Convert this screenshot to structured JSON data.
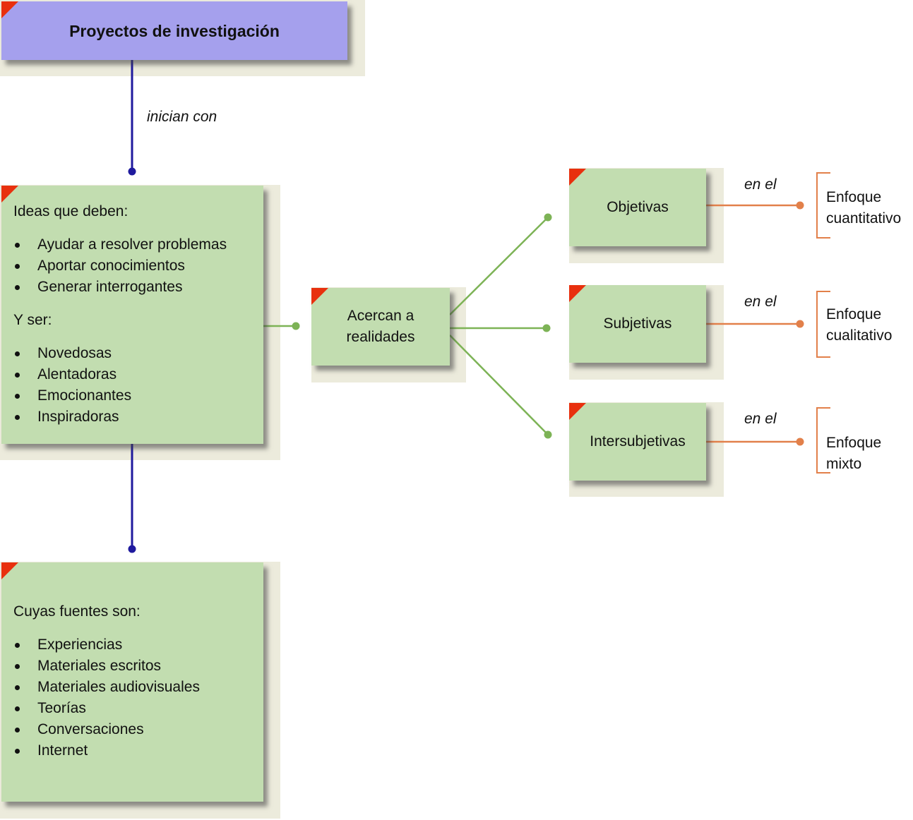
{
  "title": "Proyectos de investigación",
  "link_label_top": "inician con",
  "ideas": {
    "heading": "Ideas que deben:",
    "items": [
      "Ayudar a resolver problemas",
      "Aportar conocimientos",
      "Generar interrogantes"
    ],
    "heading2": "Y ser:",
    "items2": [
      "Novedosas",
      "Alentadoras",
      "Emocionantes",
      "Inspiradoras"
    ]
  },
  "sources": {
    "heading": "Cuyas fuentes son:",
    "items": [
      "Experiencias",
      "Materiales escritos",
      "Materiales audiovisuales",
      "Teorías",
      "Conversaciones",
      "Internet"
    ]
  },
  "center_node": "Acercan a\nrealidades",
  "realities": [
    {
      "label": "Objetivas",
      "link": "en el",
      "result": "Enfoque\ncuantitativo"
    },
    {
      "label": "Subjetivas",
      "link": "en el",
      "result": "Enfoque\ncualitativo"
    },
    {
      "label": "Intersubjetivas",
      "link": "en el",
      "result": "Enfoque mixto"
    }
  ],
  "colors": {
    "title_fill": "#a5a0ed",
    "node_fill": "#c2ddb0",
    "corner_accent": "#e8300e",
    "blue_link": "#1f1a9e",
    "green_link": "#7db356",
    "orange_link": "#e2804a"
  }
}
